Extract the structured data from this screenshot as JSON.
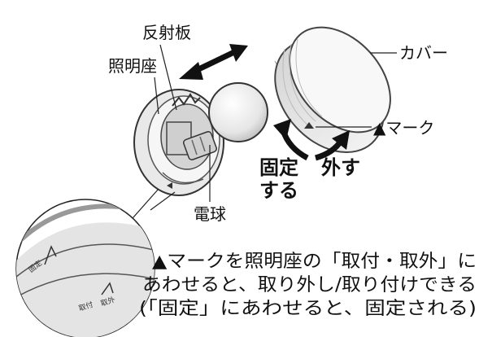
{
  "labels": {
    "reflector": "反射板",
    "base": "照明座",
    "cover": "カバー",
    "mark": "▲マーク",
    "bulb": "電球",
    "fix_line1": "固定",
    "fix_line2": "する",
    "remove": "外す"
  },
  "instruction": {
    "line1": "▲マークを照明座の「取付・取外」に",
    "line2": "あわせると、取り外し/取り付けできる",
    "line3": "(「固定」にあわせると、固定される)"
  },
  "zoom": {
    "fix": "固定",
    "attach": "取付",
    "detach": "取外"
  }
}
